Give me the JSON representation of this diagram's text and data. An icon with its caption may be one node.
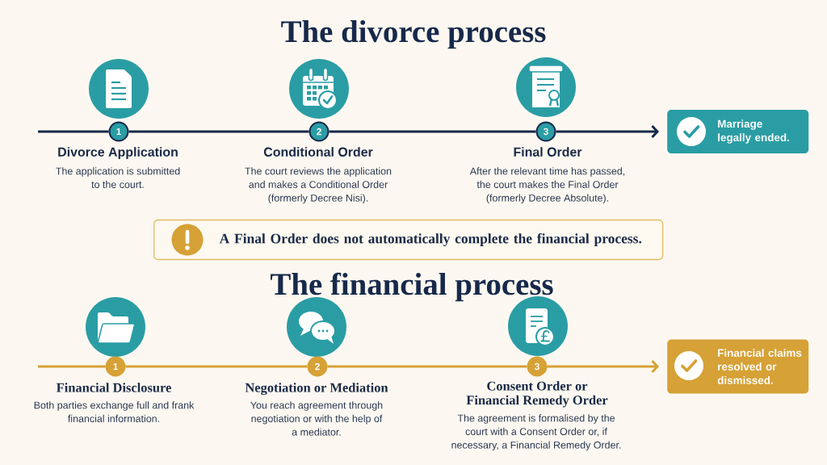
{
  "diagram": {
    "title": "The divorce process",
    "nodes": [
      {
        "text": [
          "1"
        ],
        "beside": [
          "Divorce Application",
          "The application is submitted to the court."
        ]
      },
      {
        "text": [
          "2"
        ],
        "beside": [
          "Conditional Order",
          "The court reviews the application and makes a Conditional Order (formerly Decree Nisi)."
        ]
      },
      {
        "text": [
          "3"
        ],
        "beside": [
          "Final Order",
          "After the relevant time has passed, the court makes the Final Order (formerly Decree Absolute)."
        ]
      },
      {
        "text": [
          "Marriage legally ended."
        ]
      },
      {
        "text": [
          "A Final Order does not automatically complete the financial process."
        ]
      },
      {
        "text": [
          "1"
        ],
        "beside": [
          "Financial Disclosure",
          "Both parties exchange full and frank financial information."
        ]
      },
      {
        "text": [
          "2"
        ],
        "beside": [
          "Negotiation or Mediation",
          "You reach agreement through negotiation or with the help of a mediator."
        ]
      },
      {
        "text": [
          "3"
        ],
        "beside": [
          "Consent Order or Financial Remedy Order",
          "The agreement is formalised by the court with a Consent Order or, if necessary, a Financial Remedy Order."
        ]
      },
      {
        "text": [
          "Financial claims resolved or dismissed."
        ]
      }
    ],
    "edges": [
      {
        "from": null,
        "to": 0,
        "arrow": "none",
        "color": "#17294a"
      },
      {
        "from": 0,
        "to": 1,
        "arrow": "none",
        "color": "#17294a"
      },
      {
        "from": 1,
        "to": 2,
        "arrow": "none",
        "color": "#17294a"
      },
      {
        "from": 2,
        "to": 3,
        "arrow": "to",
        "color": "#17294a"
      },
      {
        "from": null,
        "to": 5,
        "arrow": "none",
        "color": "#d6a136"
      },
      {
        "from": 5,
        "to": 6,
        "arrow": "none",
        "color": "#d6a136"
      },
      {
        "from": 6,
        "to": 7,
        "arrow": "none",
        "color": "#d6a136"
      },
      {
        "from": 7,
        "to": 8,
        "arrow": "to",
        "color": "#d6a136"
      }
    ],
    "labels": [
      "The financial process"
    ]
  }
}
